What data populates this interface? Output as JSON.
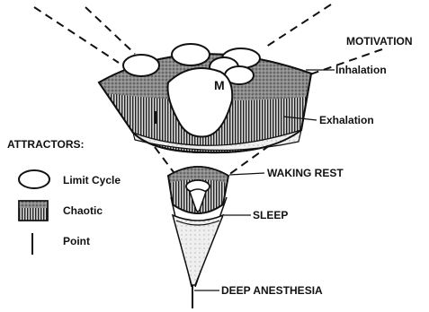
{
  "labels": {
    "motivation": "MOTIVATION",
    "inhalation": "Inhalation",
    "exhalation": "Exhalation",
    "waking_rest": "WAKING REST",
    "sleep": "SLEEP",
    "deep_anesthesia": "DEEP ANESTHESIA",
    "inner_letter": "M"
  },
  "legend": {
    "title": "ATTRACTORS:",
    "items": [
      {
        "icon": "limit-cycle-icon",
        "label": "Limit Cycle"
      },
      {
        "icon": "chaotic-icon",
        "label": "Chaotic"
      },
      {
        "icon": "point-icon",
        "label": "Point"
      }
    ]
  },
  "colors": {
    "ink": "#111111",
    "chaotic_fill": "#7a7a7a",
    "background": "#ffffff"
  }
}
